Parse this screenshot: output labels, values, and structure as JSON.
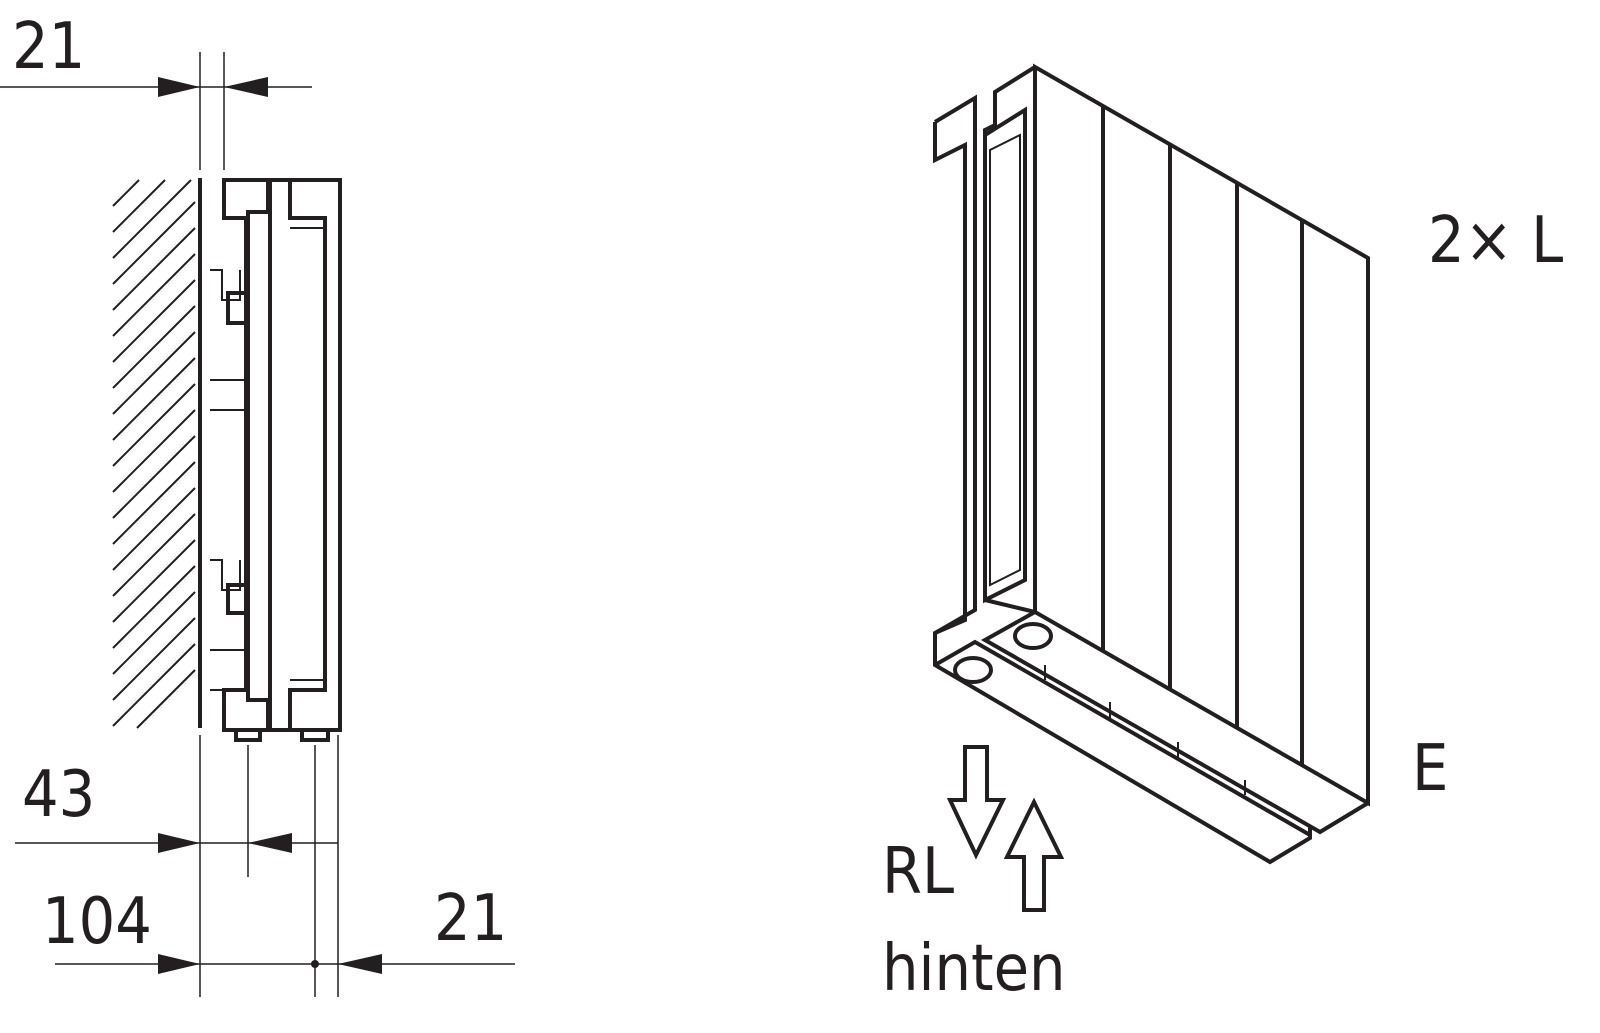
{
  "side_view": {
    "dim_top": "21",
    "dim_43": "43",
    "dim_104": "104",
    "dim_bottom_right": "21"
  },
  "iso_view": {
    "label_width": "2× L",
    "label_e": "E",
    "label_rl": "RL",
    "label_hinten": "hinten"
  },
  "colors": {
    "line": "#231f20",
    "background": "#ffffff"
  }
}
